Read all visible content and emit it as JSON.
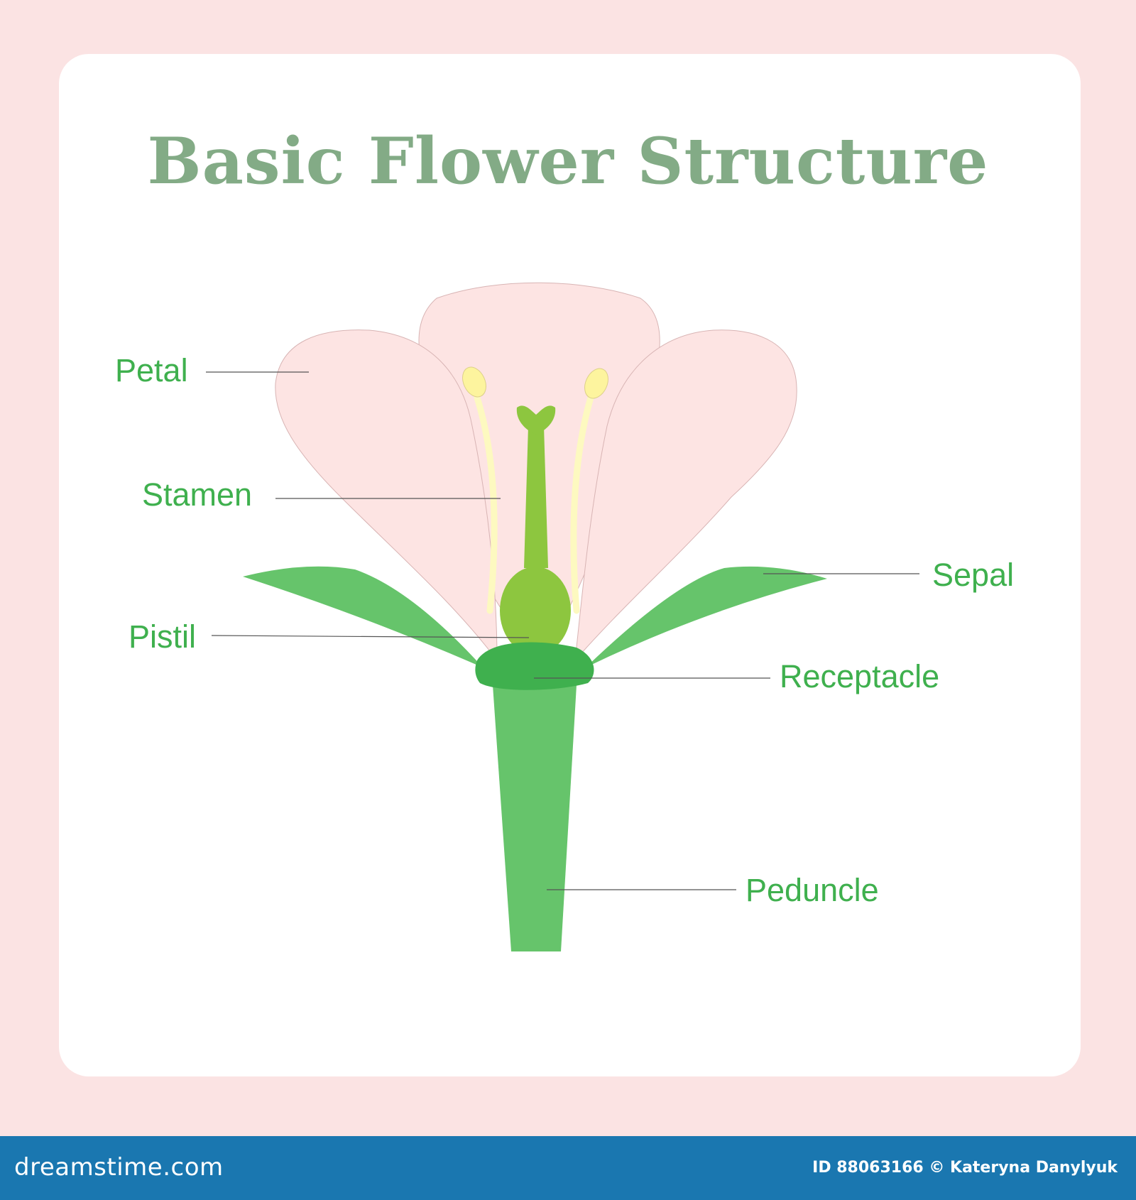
{
  "diagram": {
    "title": "Basic Flower Structure",
    "labels": {
      "petal": "Petal",
      "stamen": "Stamen",
      "pistil": "Pistil",
      "sepal": "Sepal",
      "receptacle": "Receptacle",
      "peduncle": "Peduncle"
    }
  },
  "footer": {
    "site": "dreamstime.com",
    "credit": "ID 88063166 © Kateryna Danylyuk"
  },
  "colors": {
    "frame": "#fbe3e3",
    "petal": "#fde4e3",
    "leaf": "#66c46b",
    "receptacle": "#3fb04e",
    "pistil": "#8dc63f",
    "stamen": "#fdf9c0",
    "label": "#3fb04e",
    "title": "#83ab86",
    "footer": "#1a77b0"
  }
}
